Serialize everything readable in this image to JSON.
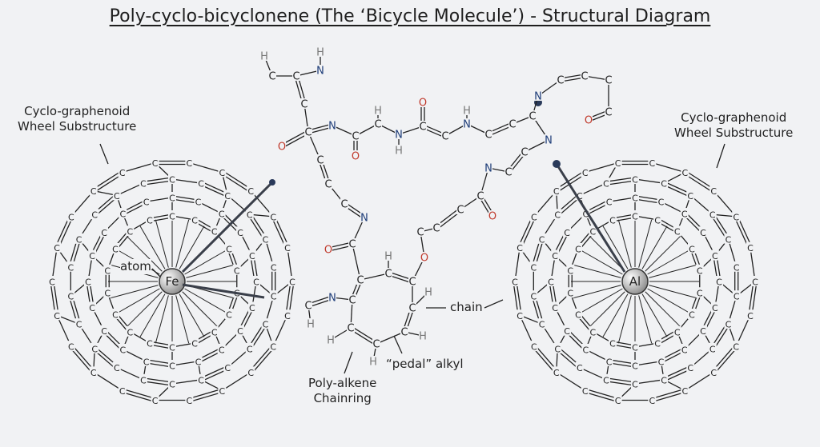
{
  "title": "Poly-cyclo-bicyclonene (The ‘Bicycle Molecule’) - Structural Diagram",
  "labels": {
    "left_wheel_line1": "Cyclo-graphenoid",
    "left_wheel_line2": "Wheel Substructure",
    "right_wheel_line1": "Cyclo-graphenoid",
    "right_wheel_line2": "Wheel Substructure",
    "atom": "atom",
    "chain": "chain",
    "pedal": "“pedal” alkyl",
    "chainring_line1": "Poly-alkene",
    "chainring_line2": "Chainring"
  },
  "hubs": {
    "left": "Fe",
    "right": "Al"
  },
  "atom_symbols": {
    "carbon": "C",
    "hydrogen": "H",
    "nitrogen": "N",
    "oxygen": "O"
  },
  "colors": {
    "line": "#222222",
    "carbon": "#222222",
    "hydrogen": "#777777",
    "nitrogen": "#1d3c78",
    "oxygen": "#c0392b",
    "background": "#f1f2f4"
  }
}
